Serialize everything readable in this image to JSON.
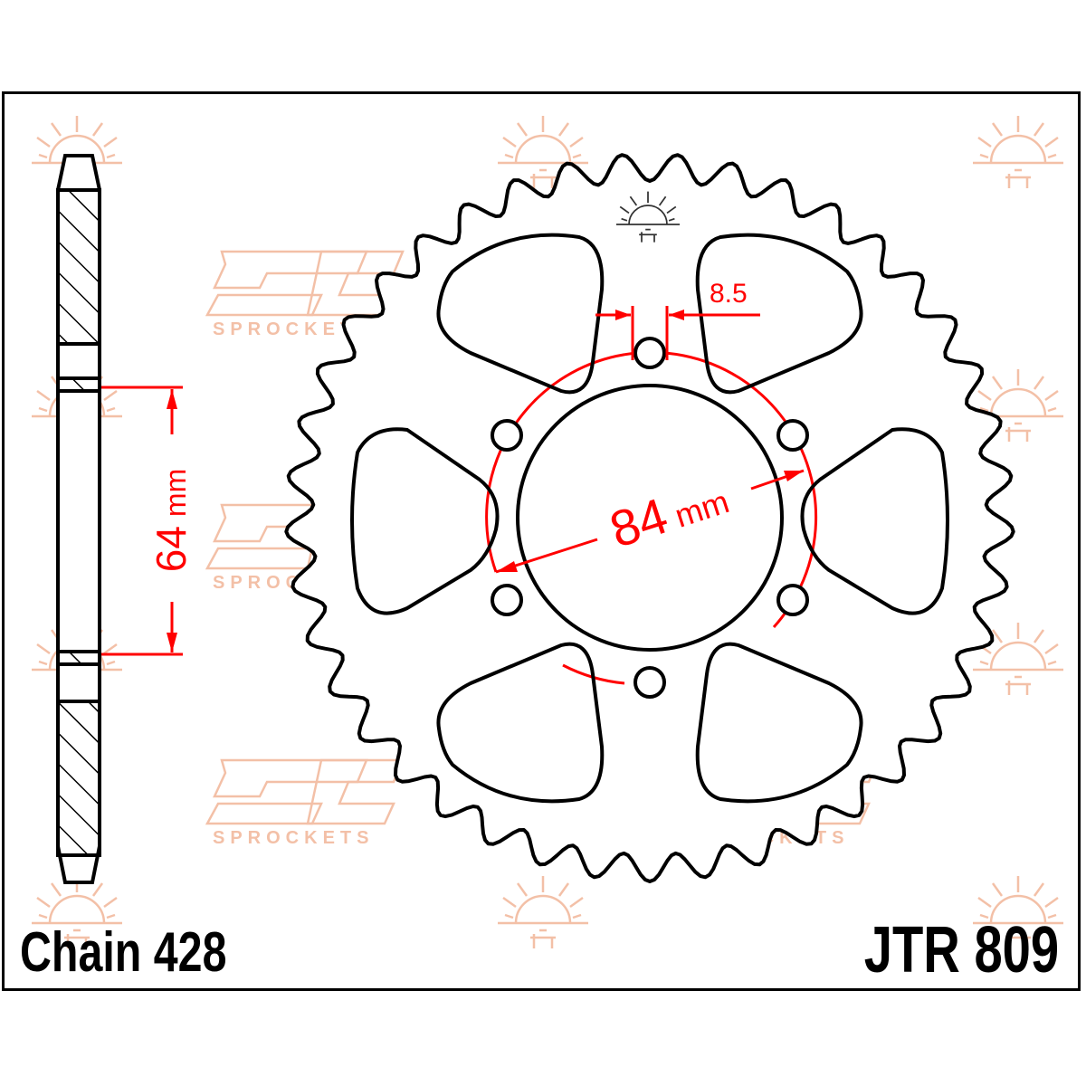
{
  "diagram": {
    "type": "sprocket-technical-drawing",
    "part_number": "JTR 809",
    "chain_label": "Chain 428",
    "chain_size": "428",
    "dimensions": {
      "pcd": "84",
      "pcd_unit": "mm",
      "bolt_hole": "8.5",
      "center_bore_offset": "64",
      "center_bore_unit": "mm"
    },
    "bolt_holes": 6,
    "lightening_holes": 6,
    "teeth_estimate": 41,
    "watermark": {
      "brand": "JT",
      "text": "SPROCKETS"
    },
    "colors": {
      "outline": "#000000",
      "dimension": "#ff0000",
      "watermark": "#f0b89c",
      "background": "#ffffff"
    }
  }
}
